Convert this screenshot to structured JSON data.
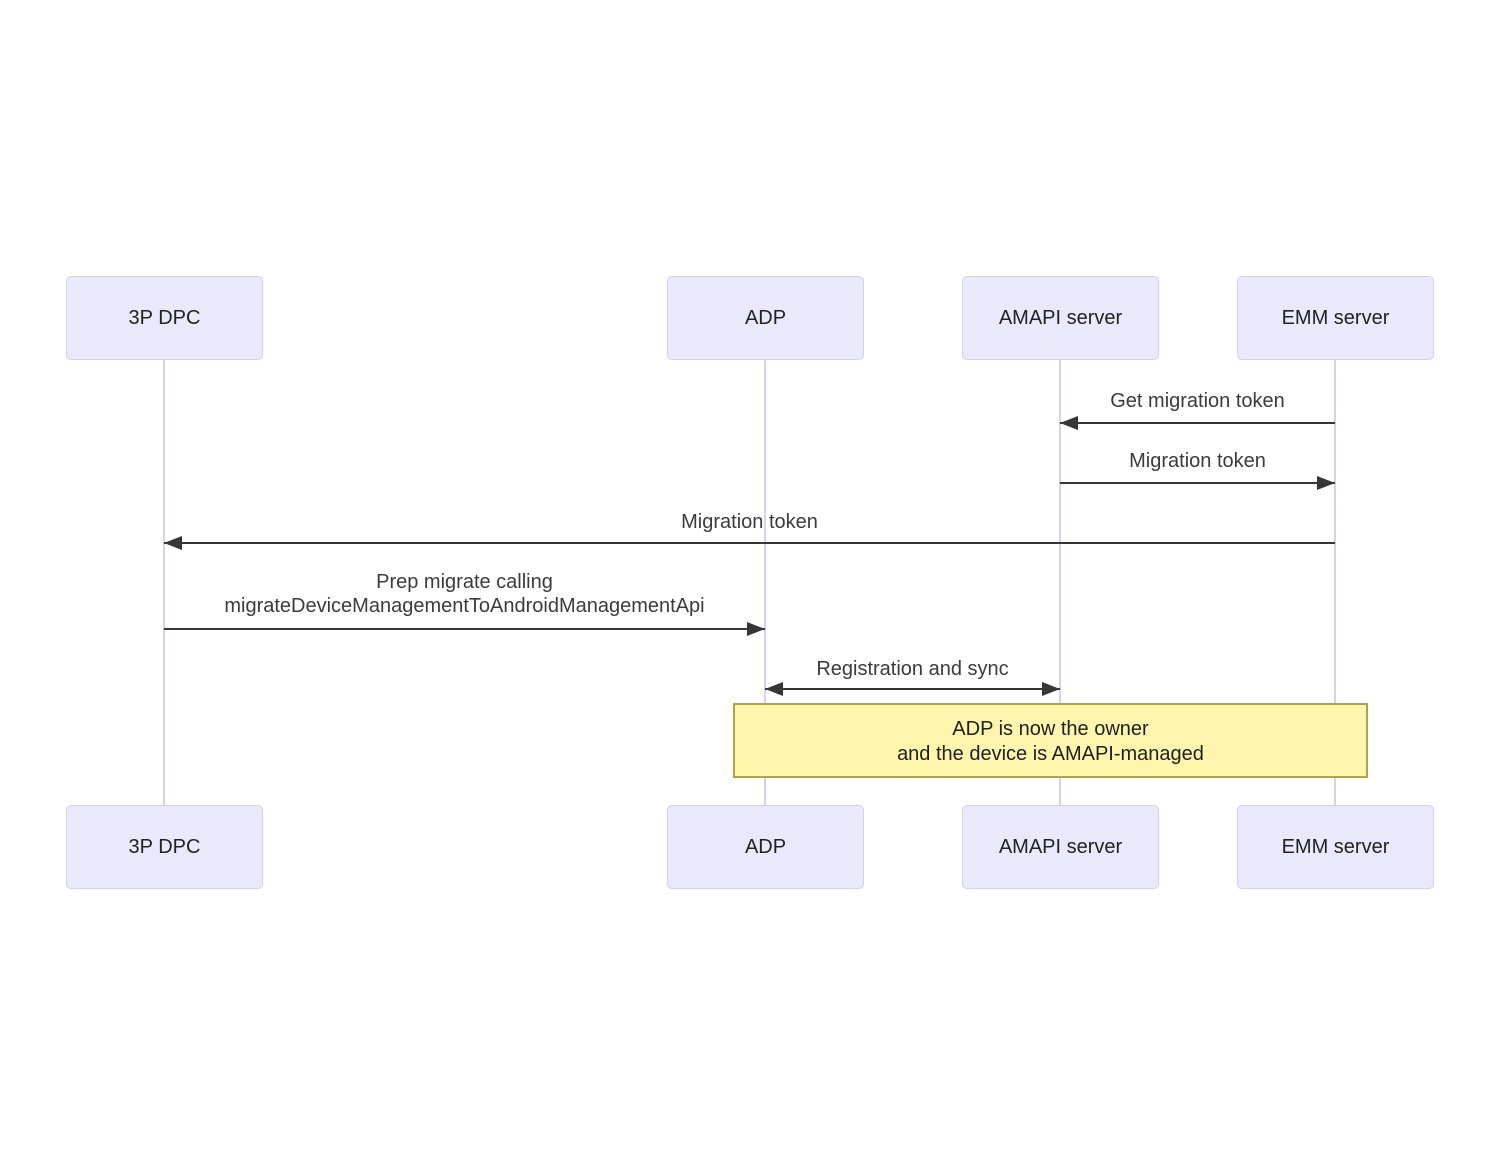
{
  "diagram": {
    "type": "sequence",
    "actors": [
      {
        "label": "3P DPC"
      },
      {
        "label": "ADP"
      },
      {
        "label": "AMAPI server"
      },
      {
        "label": "EMM server"
      }
    ],
    "messages": [
      {
        "from": "EMM server",
        "to": "AMAPI server",
        "direction": "left",
        "label": "Get migration token"
      },
      {
        "from": "AMAPI server",
        "to": "EMM server",
        "direction": "right",
        "label": "Migration token"
      },
      {
        "from": "EMM server",
        "to": "3P DPC",
        "direction": "left",
        "label": "Migration token"
      },
      {
        "from": "3P DPC",
        "to": "ADP",
        "direction": "right",
        "label_line1": "Prep migrate calling",
        "label_line2": "migrateDeviceManagementToAndroidManagementApi"
      },
      {
        "from": "ADP",
        "to": "AMAPI server",
        "direction": "both",
        "label": "Registration and sync"
      }
    ],
    "note": {
      "line1": "ADP is now the owner",
      "line2": "and the device is AMAPI-managed"
    },
    "colors": {
      "actor_fill": "#eae8fb",
      "actor_border": "#d5ceee",
      "lifeline": "#d9cff0",
      "note_fill": "#fff5ad",
      "note_border": "#aaaa33",
      "signal": "#363636"
    }
  }
}
